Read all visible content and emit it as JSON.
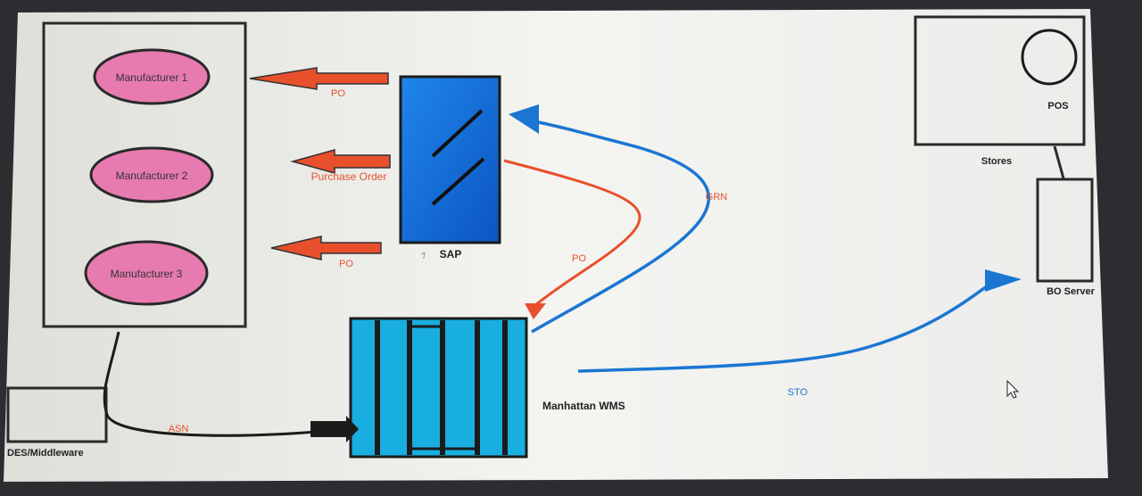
{
  "manufacturers": [
    "Manufacturer 1",
    "Manufacturer 2",
    "Manufacturer 3"
  ],
  "labels": {
    "po_top": "PO",
    "purchase_order": "Purchase Order",
    "po_bottom": "PO",
    "sap": "SAP",
    "sap_marker": "⁊",
    "grn": "GRN",
    "po_to_wms": "PO",
    "pos": "POS",
    "stores": "Stores",
    "bo_server": "BO Server",
    "sto": "STO",
    "manhattan_wms": "Manhattan WMS",
    "asn": "ASN",
    "des_middleware": "DES/Middleware"
  },
  "colors": {
    "screen_bg": "#f1f1ee",
    "manufacturer_fill": "#e77bb0",
    "arrow_red": "#e8502c",
    "flow_blue": "#1a76d2",
    "sap_blue": "#0f6ad6",
    "wms_cyan": "#19aee0",
    "black": "#222222"
  }
}
